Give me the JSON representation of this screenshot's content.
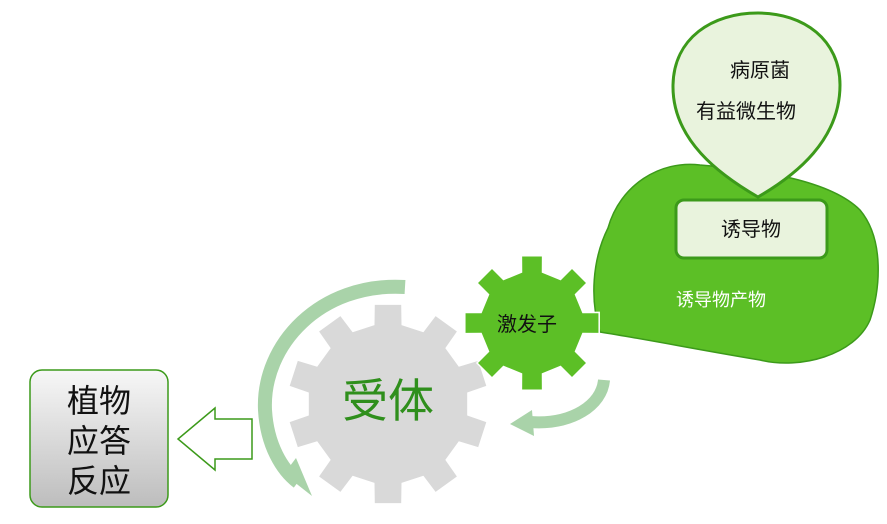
{
  "labels": {
    "pathogen": "病原菌",
    "beneficial_microbe": "有益微生物",
    "inducer": "诱导物",
    "inducer_product": "诱导物产物",
    "elicitor": "激发子",
    "receptor": "受体",
    "plant_response_line1": "植物",
    "plant_response_line2": "应答",
    "plant_response_line3": "反应"
  },
  "colors": {
    "bright_green": "#5cbf26",
    "dark_green": "#3c9a1a",
    "pale_green": "#e9f3dd",
    "gear_gray": "#d9d9d9",
    "receptor_text": "#2f8f1c",
    "arrow_green": "#a9d3a9",
    "box_gray": "#c8c8c8"
  }
}
